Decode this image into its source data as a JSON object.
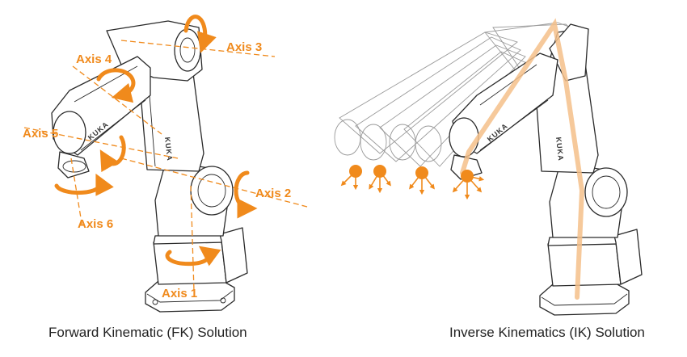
{
  "fk": {
    "axes": [
      {
        "label": "Axis 1"
      },
      {
        "label": "Axis 2"
      },
      {
        "label": "Axis 3"
      },
      {
        "label": "Axis 4"
      },
      {
        "label": "Axis 5"
      },
      {
        "label": "Axis 6"
      }
    ],
    "brand_text": "KUKA",
    "caption": "Forward Kinematic (FK) Solution"
  },
  "ik": {
    "brand_text": "KUKA",
    "caption": "Inverse Kinematics (IK) Solution"
  },
  "colors": {
    "accent": "#f08a1c",
    "ik_path": "#f5c08a",
    "line": "#2a2a2a",
    "ghost": "#9a9a9a"
  }
}
